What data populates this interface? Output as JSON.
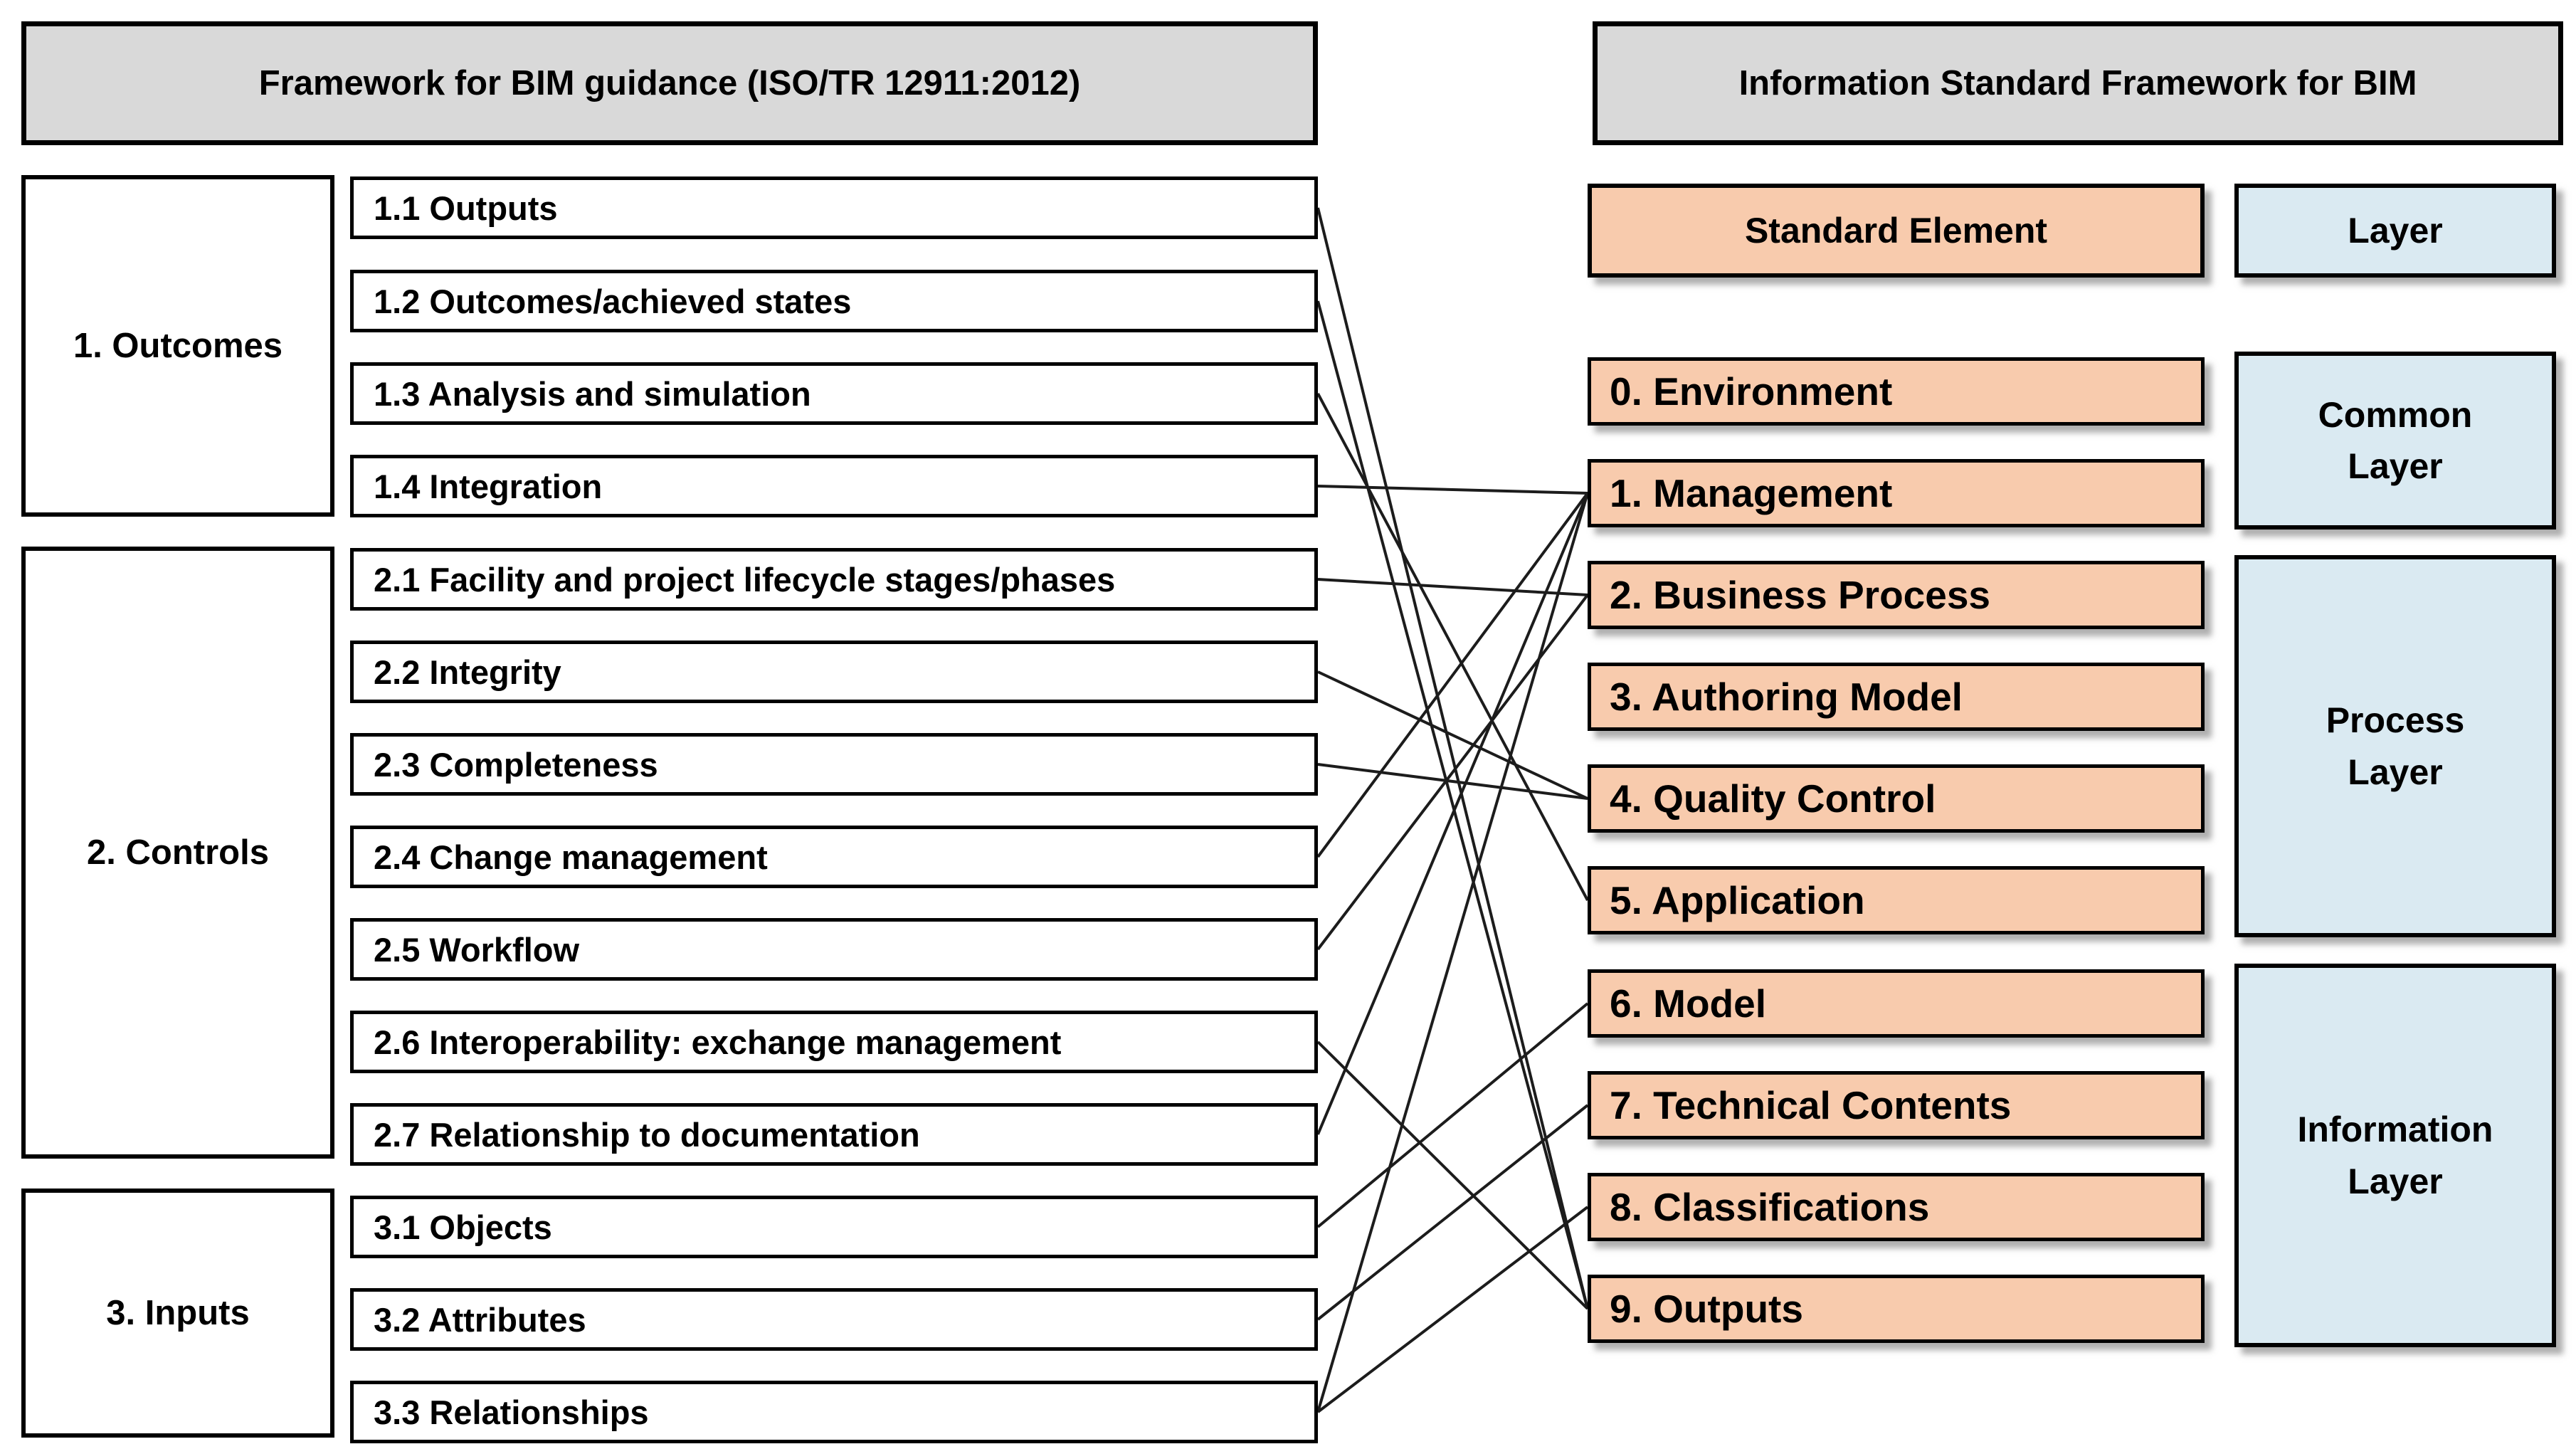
{
  "left_panel": {
    "title": "Framework for BIM guidance (ISO/TR 12911:2012)",
    "groups": [
      {
        "label": "1. Outcomes",
        "items": [
          {
            "id": "1.1",
            "label": "1.1 Outputs"
          },
          {
            "id": "1.2",
            "label": "1.2 Outcomes/achieved  states"
          },
          {
            "id": "1.3",
            "label": "1.3 Analysis and simulation"
          },
          {
            "id": "1.4",
            "label": "1.4 Integration"
          }
        ]
      },
      {
        "label": "2. Controls",
        "items": [
          {
            "id": "2.1",
            "label": "2.1 Facility and project  lifecycle stages/phases"
          },
          {
            "id": "2.2",
            "label": "2.2 Integrity"
          },
          {
            "id": "2.3",
            "label": "2.3 Completeness"
          },
          {
            "id": "2.4",
            "label": "2.4 Change  management"
          },
          {
            "id": "2.5",
            "label": "2.5 Workflow"
          },
          {
            "id": "2.6",
            "label": "2.6 Interoperability:  exchange management"
          },
          {
            "id": "2.7",
            "label": "2.7 Relationship  to documentation"
          }
        ]
      },
      {
        "label": "3. Inputs",
        "items": [
          {
            "id": "3.1",
            "label": "3.1 Objects"
          },
          {
            "id": "3.2",
            "label": "3.2 Attributes"
          },
          {
            "id": "3.3",
            "label": "3.3 Relationships"
          }
        ]
      }
    ]
  },
  "right_panel": {
    "title": "Information Standard Framework for BIM",
    "element_header": "Standard  Element",
    "layer_header": "Layer",
    "elements": [
      {
        "id": "0",
        "label": "0. Environment"
      },
      {
        "id": "1",
        "label": "1. Management"
      },
      {
        "id": "2",
        "label": "2. Business Process"
      },
      {
        "id": "3",
        "label": "3. Authoring Model"
      },
      {
        "id": "4",
        "label": "4. Quality Control"
      },
      {
        "id": "5",
        "label": "5. Application"
      },
      {
        "id": "6",
        "label": "6. Model"
      },
      {
        "id": "7",
        "label": "7. Technical Contents"
      },
      {
        "id": "8",
        "label": "8. Classifications"
      },
      {
        "id": "9",
        "label": "9. Outputs"
      }
    ],
    "layers": [
      {
        "label": "Common Layer",
        "elements_covered": [
          "0",
          "1"
        ]
      },
      {
        "label": "Process Layer",
        "elements_covered": [
          "2",
          "3",
          "4",
          "5"
        ]
      },
      {
        "label": "Information Layer",
        "elements_covered": [
          "6",
          "7",
          "8",
          "9"
        ]
      }
    ]
  },
  "connections": [
    {
      "from": "1.1",
      "to": "9"
    },
    {
      "from": "1.2",
      "to": "9"
    },
    {
      "from": "1.3",
      "to": "5"
    },
    {
      "from": "1.4",
      "to": "1"
    },
    {
      "from": "2.1",
      "to": "2"
    },
    {
      "from": "2.2",
      "to": "4"
    },
    {
      "from": "2.3",
      "to": "4"
    },
    {
      "from": "2.4",
      "to": "1"
    },
    {
      "from": "2.5",
      "to": "2"
    },
    {
      "from": "2.6",
      "to": "9"
    },
    {
      "from": "2.7",
      "to": "1"
    },
    {
      "from": "3.1",
      "to": "6"
    },
    {
      "from": "3.2",
      "to": "7"
    },
    {
      "from": "3.3",
      "to": "8"
    },
    {
      "from": "3.3",
      "to": "1"
    }
  ],
  "colors": {
    "header_gray": "#d9d9d9",
    "element_orange": "#f8cbad",
    "layer_blue": "#daeaf2",
    "border_black": "#000000",
    "line_black": "#1c1c1c"
  }
}
